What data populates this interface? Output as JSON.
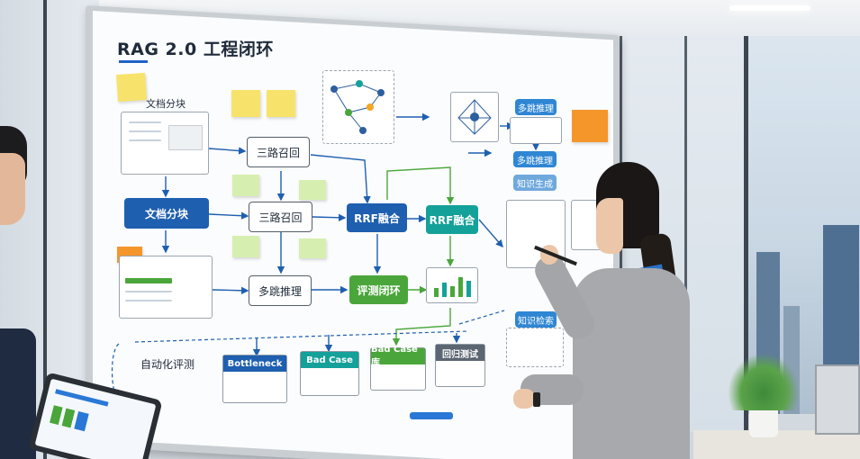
{
  "whiteboard": {
    "title": "RAG 2.0 工程闭环",
    "labels": {
      "chunk_top": "文档分块",
      "auto_eval": "自动化评测"
    },
    "nodes": {
      "chunk_main": "文档分块",
      "recall_top": "三路召回",
      "recall_mid": "三路召回",
      "rrf_blue": "RRF融合",
      "rrf_teal": "RRF融合",
      "multihop": "多跳推理",
      "eval_loop": "评测闭环",
      "side_multihop": "多跳推理",
      "side_multihop2": "多跳推理",
      "side_gen": "知识生成",
      "side_bottom": "知识检索"
    },
    "cards": {
      "card1": "Bottleneck",
      "card2": "Bad Case",
      "card3": "Bad Case库",
      "card4": "回归测试"
    }
  },
  "colors": {
    "board_blue": "#1e5fb0",
    "board_teal": "#14a19a",
    "board_green": "#4aa63a",
    "sticky_yellow": "#f7e36b",
    "sticky_green": "#d6efb0",
    "sticky_orange": "#f5962b"
  }
}
